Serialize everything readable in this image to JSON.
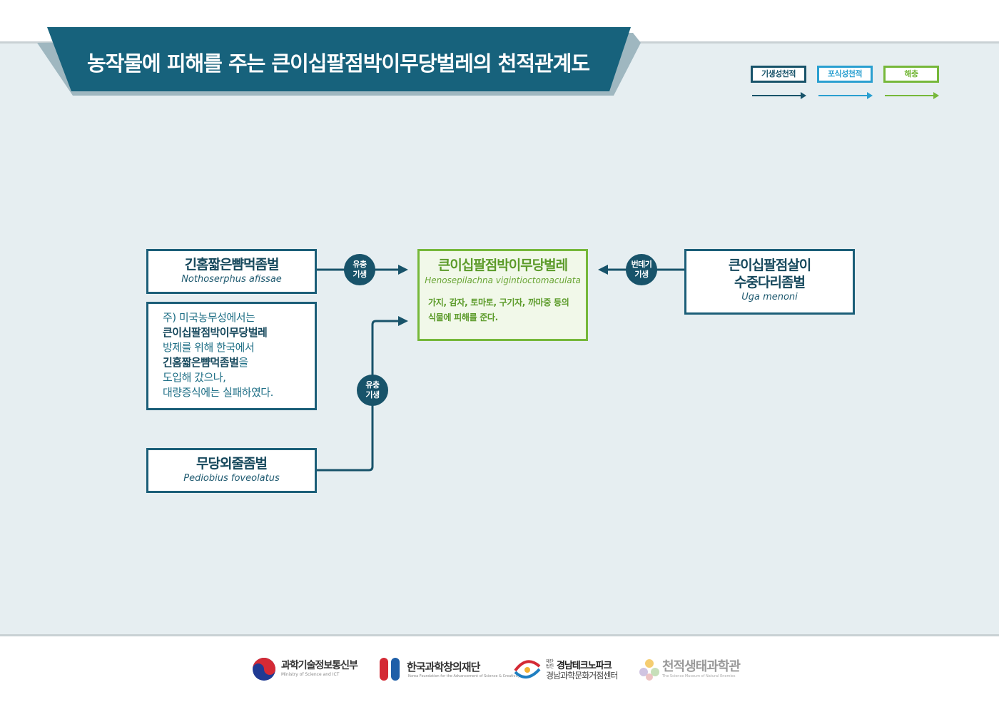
{
  "title": "농작물에 피해를 주는 큰이십팔점박이무당벌레의 천적관계도",
  "legend": [
    {
      "label": "기생성천적",
      "color": "#18536a"
    },
    {
      "label": "포식성천적",
      "color": "#2a9fd0"
    },
    {
      "label": "해충",
      "color": "#76b83a"
    }
  ],
  "nodes": {
    "parasitoid1": {
      "ko": "긴홈짧은뺨먹좀벌",
      "latin": "Nothoserphus afissae"
    },
    "pest": {
      "ko": "큰이십팔점박이무당벌레",
      "latin": "Henosepilachna vigintioctomaculata",
      "desc_line1": "가지, 감자, 토마토, 구기자, 까마중 등의",
      "desc_line2": "식물에 피해를 준다."
    },
    "parasitoid2": {
      "ko_line1": "큰이십팔점살이",
      "ko_line2": "수중다리좀벌",
      "latin": "Uga menoni"
    },
    "parasitoid3": {
      "ko": "무당외줄좀벌",
      "latin": "Pediobius foveolatus"
    }
  },
  "note": {
    "line1": "주) 미국농무성에서는",
    "line2": "큰이십팔점박이무당벌레",
    "line3": "방제를 위해 한국에서",
    "line4_bold": "긴홈짧은뺨먹좀벌",
    "line4_rest": "을",
    "line5": "도입해 갔으나,",
    "line6": "대량증식에는 실패하였다."
  },
  "edges": {
    "edge1": {
      "line1": "유충",
      "line2": "기생"
    },
    "edge2": {
      "line1": "번데기",
      "line2": "기생"
    },
    "edge3": {
      "line1": "유충",
      "line2": "기생"
    }
  },
  "footer": {
    "logo1": {
      "name": "과학기술정보통신부",
      "sub": "Ministry of Science and ICT"
    },
    "logo2": {
      "name": "한국과학창의재단",
      "sub": "Korea Foundation for the Advancement of Science & Creativity"
    },
    "logo3": {
      "prefix": "재단 법인",
      "name": "경남테크노파크",
      "sub2": "경남과학문화거점센터"
    },
    "logo4": {
      "name": "천적생태과학관",
      "sub": "The Science Museum of Natural Enemies"
    }
  }
}
